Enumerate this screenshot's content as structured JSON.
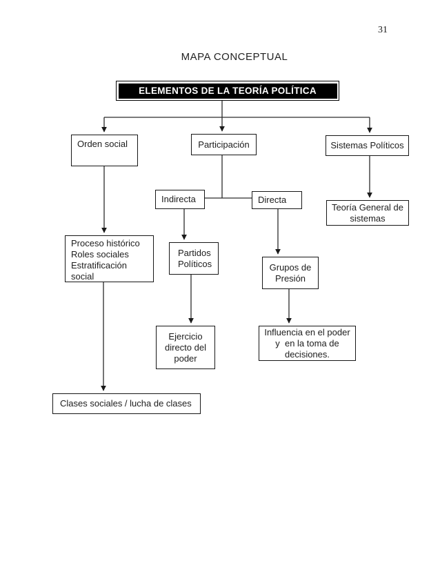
{
  "page": {
    "number": "31",
    "title": "MAPA CONCEPTUAL"
  },
  "colors": {
    "background": "#ffffff",
    "header_bg": "#000000",
    "header_text": "#ffffff",
    "box_border": "#151515",
    "line": "#2a2a2a",
    "text": "#1c1c1c"
  },
  "diagram": {
    "root": {
      "label": "ELEMENTOS DE LA TEORÍA POLÍTICA"
    },
    "nodes": {
      "orden_social": {
        "label": "Orden social"
      },
      "participacion": {
        "label": "Participación"
      },
      "sistemas_politicos": {
        "label": "Sistemas Políticos"
      },
      "indirecta": {
        "label": "Indirecta"
      },
      "directa": {
        "label": "Directa"
      },
      "teoria_general": {
        "label": "Teoría General de\nsistemas"
      },
      "proceso_historico": {
        "label": "Proceso histórico\nRoles sociales\nEstratificación\nsocial"
      },
      "partidos_politicos": {
        "label": "Partidos\nPolíticos"
      },
      "grupos_presion": {
        "label": "Grupos de\nPresión"
      },
      "ejercicio_poder": {
        "label": "Ejercicio\ndirecto del\npoder"
      },
      "influencia_poder": {
        "label": "Influencia en el poder\ny  en la toma de\ndecisiones."
      },
      "clases_sociales": {
        "label": "Clases sociales / lucha de clases"
      }
    },
    "edges": [
      {
        "from": "root",
        "to": "orden_social",
        "type": "arrow"
      },
      {
        "from": "root",
        "to": "participacion",
        "type": "arrow"
      },
      {
        "from": "root",
        "to": "sistemas_politicos",
        "type": "arrow"
      },
      {
        "from": "orden_social",
        "to": "proceso_historico",
        "type": "arrow"
      },
      {
        "from": "participacion",
        "to": "indirecta",
        "type": "line"
      },
      {
        "from": "participacion",
        "to": "directa",
        "type": "line"
      },
      {
        "from": "sistemas_politicos",
        "to": "teoria_general",
        "type": "arrow"
      },
      {
        "from": "indirecta",
        "to": "partidos_politicos",
        "type": "arrow"
      },
      {
        "from": "directa",
        "to": "grupos_presion",
        "type": "arrow"
      },
      {
        "from": "partidos_politicos",
        "to": "ejercicio_poder",
        "type": "arrow"
      },
      {
        "from": "grupos_presion",
        "to": "influencia_poder",
        "type": "arrow"
      },
      {
        "from": "proceso_historico",
        "to": "clases_sociales",
        "type": "arrow"
      }
    ]
  }
}
